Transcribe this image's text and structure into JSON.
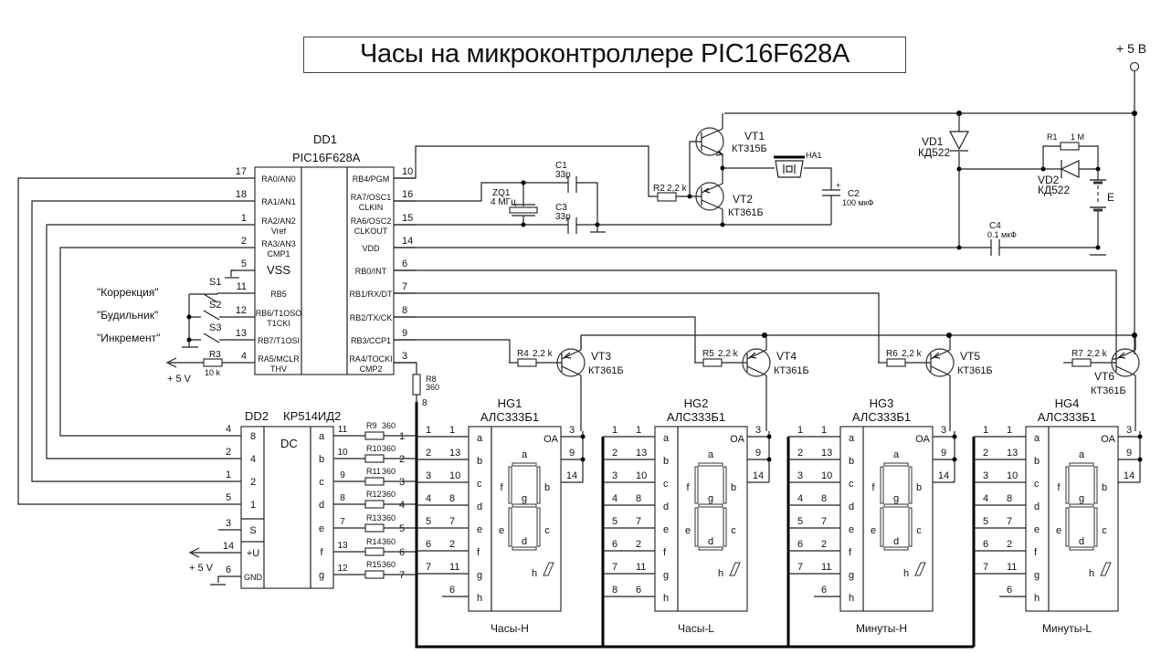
{
  "title": "Часы на микроконтроллере PIC16F628A",
  "power": {
    "label": "+ 5 В",
    "vlabel": "+ 5 V"
  },
  "dd1": {
    "ref": "DD1",
    "part": "PIC16F628A",
    "left_pins": [
      {
        "num": "17",
        "name": "RA0/AN0",
        "name2": ""
      },
      {
        "num": "18",
        "name": "RA1/AN1",
        "name2": ""
      },
      {
        "num": "1",
        "name": "RA2/AN2",
        "name2": "Vref"
      },
      {
        "num": "2",
        "name": "RA3/AN3",
        "name2": "CMP1"
      },
      {
        "num": "5",
        "name": "VSS",
        "name2": ""
      },
      {
        "num": "11",
        "name": "RB5",
        "name2": ""
      },
      {
        "num": "12",
        "name": "RB6/T1OSO",
        "name2": "T1CKI"
      },
      {
        "num": "13",
        "name": "RB7/T1OSI",
        "name2": ""
      },
      {
        "num": "4",
        "name": "RA5/MCLR",
        "name2": "THV"
      }
    ],
    "right_pins": [
      {
        "num": "10",
        "name": "RB4/PGM",
        "name2": ""
      },
      {
        "num": "16",
        "name": "RA7/OSC1",
        "name2": "CLKIN"
      },
      {
        "num": "15",
        "name": "RA6/OSC2",
        "name2": "CLKOUT"
      },
      {
        "num": "14",
        "name": "VDD",
        "name2": ""
      },
      {
        "num": "6",
        "name": "RB0/INT",
        "name2": ""
      },
      {
        "num": "7",
        "name": "RB1/RX/DT",
        "name2": ""
      },
      {
        "num": "8",
        "name": "RB2/TX/CK",
        "name2": ""
      },
      {
        "num": "9",
        "name": "RB3/CCP1",
        "name2": ""
      },
      {
        "num": "3",
        "name": "RA4/TOCKI",
        "name2": "CMP2"
      }
    ]
  },
  "switches": [
    {
      "ref": "S1",
      "label": "\"Коррекция\""
    },
    {
      "ref": "S2",
      "label": "\"Будильник\""
    },
    {
      "ref": "S3",
      "label": "\"Инкремент\""
    }
  ],
  "resistors": {
    "R1": {
      "ref": "R1",
      "value": "1 M"
    },
    "R2": {
      "ref": "R2",
      "value": "2,2 k"
    },
    "R3": {
      "ref": "R3",
      "value": "10 k"
    },
    "R4": {
      "ref": "R4",
      "value": "2,2 k"
    },
    "R5": {
      "ref": "R5",
      "value": "2,2 k"
    },
    "R6": {
      "ref": "R6",
      "value": "2,2 k"
    },
    "R7": {
      "ref": "R7",
      "value": "2,2 k"
    },
    "R8": {
      "ref": "R8",
      "value": "360",
      "pin": "8"
    },
    "seg": [
      {
        "ref": "R9",
        "value": "360"
      },
      {
        "ref": "R10",
        "value": "360"
      },
      {
        "ref": "R11",
        "value": "360"
      },
      {
        "ref": "R12",
        "value": "360"
      },
      {
        "ref": "R13",
        "value": "360"
      },
      {
        "ref": "R14",
        "value": "360"
      },
      {
        "ref": "R15",
        "value": "360"
      }
    ]
  },
  "capacitors": {
    "C1": {
      "ref": "C1",
      "value": "33p"
    },
    "C2": {
      "ref": "C2",
      "value": "100 мкФ",
      "polarity": "+"
    },
    "C3": {
      "ref": "C3",
      "value": "33p"
    },
    "C4": {
      "ref": "C4",
      "value": "0.1 мкФ"
    }
  },
  "crystal": {
    "ref": "ZQ1",
    "value": "4 МГц"
  },
  "buzzer": {
    "ref": "HA1"
  },
  "diodes": {
    "VD1": {
      "ref": "VD1",
      "part": "КД522"
    },
    "VD2": {
      "ref": "VD2",
      "part": "КД522"
    }
  },
  "battery": {
    "ref": "E"
  },
  "transistors": {
    "VT1": {
      "ref": "VT1",
      "part": "КТ315Б"
    },
    "VT2": {
      "ref": "VT2",
      "part": "КТ361Б"
    },
    "VT3": {
      "ref": "VT3",
      "part": "КТ361Б"
    },
    "VT4": {
      "ref": "VT4",
      "part": "КТ361Б"
    },
    "VT5": {
      "ref": "VT5",
      "part": "КТ361Б"
    },
    "VT6": {
      "ref": "VT6",
      "part": "КТ361Б"
    }
  },
  "dd2": {
    "ref": "DD2",
    "part": "КР514ИД2",
    "func": "DC",
    "inputs": [
      {
        "num": "4",
        "name": "8"
      },
      {
        "num": "2",
        "name": "4"
      },
      {
        "num": "1",
        "name": "2"
      },
      {
        "num": "5",
        "name": "1"
      },
      {
        "num": "3",
        "name": "S"
      },
      {
        "num": "14",
        "name": "+U"
      },
      {
        "num": "6",
        "name": "GND"
      }
    ],
    "outputs": [
      {
        "num": "11",
        "name": "a",
        "bus": "1"
      },
      {
        "num": "10",
        "name": "b",
        "bus": "2"
      },
      {
        "num": "9",
        "name": "c",
        "bus": "3"
      },
      {
        "num": "8",
        "name": "d",
        "bus": "4"
      },
      {
        "num": "7",
        "name": "e",
        "bus": "5"
      },
      {
        "num": "13",
        "name": "f",
        "bus": "6"
      },
      {
        "num": "12",
        "name": "g",
        "bus": "7"
      }
    ]
  },
  "displays": [
    {
      "ref": "HG1",
      "part": "АЛС333Б1",
      "caption": "Часы-H",
      "h_bus": ""
    },
    {
      "ref": "HG2",
      "part": "АЛС333Б1",
      "caption": "Часы-L",
      "h_bus": "8"
    },
    {
      "ref": "HG3",
      "part": "АЛС333Б1",
      "caption": "Минуты-H",
      "h_bus": ""
    },
    {
      "ref": "HG4",
      "part": "АЛС333Б1",
      "caption": "Минуты-L",
      "h_bus": ""
    }
  ],
  "display_pins": {
    "segments": [
      {
        "bus": "1",
        "pin": "1",
        "name": "a"
      },
      {
        "bus": "2",
        "pin": "13",
        "name": "b"
      },
      {
        "bus": "3",
        "pin": "10",
        "name": "c"
      },
      {
        "bus": "4",
        "pin": "8",
        "name": "d"
      },
      {
        "bus": "5",
        "pin": "7",
        "name": "e"
      },
      {
        "bus": "6",
        "pin": "2",
        "name": "f"
      },
      {
        "bus": "7",
        "pin": "11",
        "name": "g"
      },
      {
        "bus": "",
        "pin": "6",
        "name": "h"
      }
    ],
    "anode_label": "OA",
    "anode_pins": [
      "3",
      "9",
      "14"
    ],
    "face": {
      "a": "a",
      "b": "b",
      "c": "c",
      "d": "d",
      "e": "e",
      "f": "f",
      "g": "g",
      "h": "h"
    }
  }
}
